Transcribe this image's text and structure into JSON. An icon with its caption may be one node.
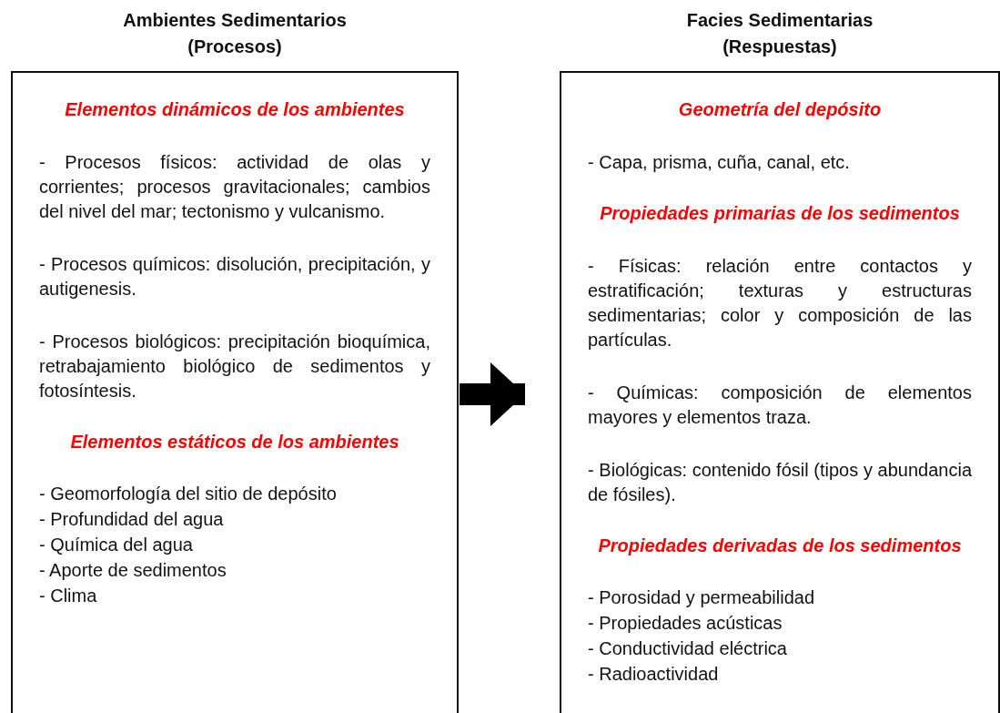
{
  "diagram": {
    "nodes": [
      {
        "text": [
          "Ambientes Sedimentarios (Procesos)",
          "Elementos dinámicos de los ambientes",
          "- Procesos físicos: actividad de olas y corrientes; procesos gravitacionales; cambios del nivel del mar; tectonismo y vulcanismo.",
          "- Procesos químicos: disolución, precipitación, y autigenesis.",
          "- Procesos biológicos: precipitación bioquímica, retrabajamiento biológico de sedimentos y fotosíntesis.",
          "Elementos estáticos de los ambientes",
          "- Geomorfología del sitio de depósito",
          "- Profundidad del agua",
          "- Química del agua",
          "- Aporte de sedimentos",
          "- Clima"
        ]
      },
      {
        "text": [
          "Facies Sedimentarias (Respuestas)",
          "Geometría del depósito",
          "- Capa, prisma, cuña, canal, etc.",
          "Propiedades primarias de los sedimentos",
          "- Físicas: relación entre contactos y estratificación; texturas y estructuras sedimentarias; color y composición de las partículas.",
          "- Químicas: composición de elementos mayores y elementos traza.",
          "- Biológicas: contenido fósil (tipos y abundancia de fósiles).",
          "Propiedades derivadas de los sedimentos",
          "- Porosidad y permeabilidad",
          "- Propiedades acústicas",
          "- Conductividad eléctrica",
          "- Radioactividad"
        ]
      }
    ],
    "edges": [
      {
        "from": 0,
        "to": 1,
        "arrow": "to"
      }
    ]
  }
}
